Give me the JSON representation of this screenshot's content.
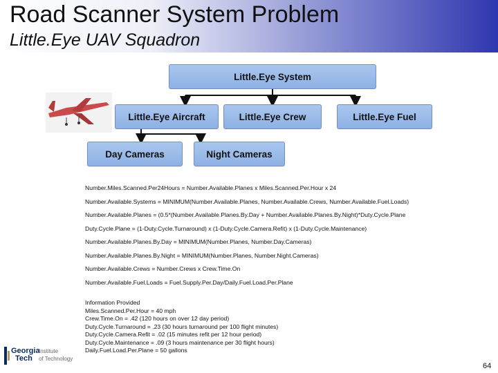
{
  "header": {
    "title": "Road Scanner System Problem",
    "subtitle": "Little.Eye UAV Squadron"
  },
  "diagram": {
    "root": "Little.Eye System",
    "level1": [
      "Little.Eye Aircraft",
      "Little.Eye Crew",
      "Little.Eye Fuel"
    ],
    "level2": [
      "Day Cameras",
      "Night Cameras"
    ],
    "box_color": "#a9c6ee",
    "arrow_color": "#111111"
  },
  "formulas": [
    "Number.Miles.Scanned.Per24Hours = Number.Available.Planes x Miles.Scanned.Per.Hour x 24",
    "Number.Available.Systems = MINIMUM(Number.Available.Planes, Number.Available.Crews, Number.Available.Fuel.Loads)",
    "Number.Available.Planes = (0.5*(Number.Available.Planes.By.Day + Number.Available.Planes.By.Night)*Duty.Cycle.Plane",
    "Duty.Cycle.Plane = (1-Duty.Cycle.Turnaround) x (1-Duty.Cycle.Camera.Refit) x (1-Duty.Cycle.Maintenance)",
    "Number.Available.Planes.By.Day = MINIMUM(Number.Planes, Number.Day.Cameras)",
    "Number.Available.Planes.By.Night = MINIMUM(Number.Planes, Number.Night.Cameras)",
    "Number.Available.Crews = Number.Crews x Crew.Time.On",
    "Number.Available.Fuel.Loads = Fuel.Supply.Per.Day/Daily.Fuel.Load.Per.Plane"
  ],
  "information": {
    "heading": "Information Provided",
    "items": [
      "Miles.Scanned.Per.Hour = 40 mph",
      "Crew.Time.On = .42 (120 hours on over 12 day period)",
      "Duty.Cycle.Turnaround = .23 (30 hours turnaround per 100 flight minutes)",
      "Duty.Cycle.Camera.Refit = .02 (15 minutes refit per 12 hour period)",
      "Duty.Cycle.Maintenance = .09 (3 hours maintenance per 30 flight hours)",
      "Daily.Fuel.Load.Per.Plane = 50 gallons"
    ]
  },
  "logo": {
    "line1": "Georgia",
    "line2": "Tech",
    "sub1": "Institute",
    "sub2": "of Technology"
  },
  "page_number": "64"
}
